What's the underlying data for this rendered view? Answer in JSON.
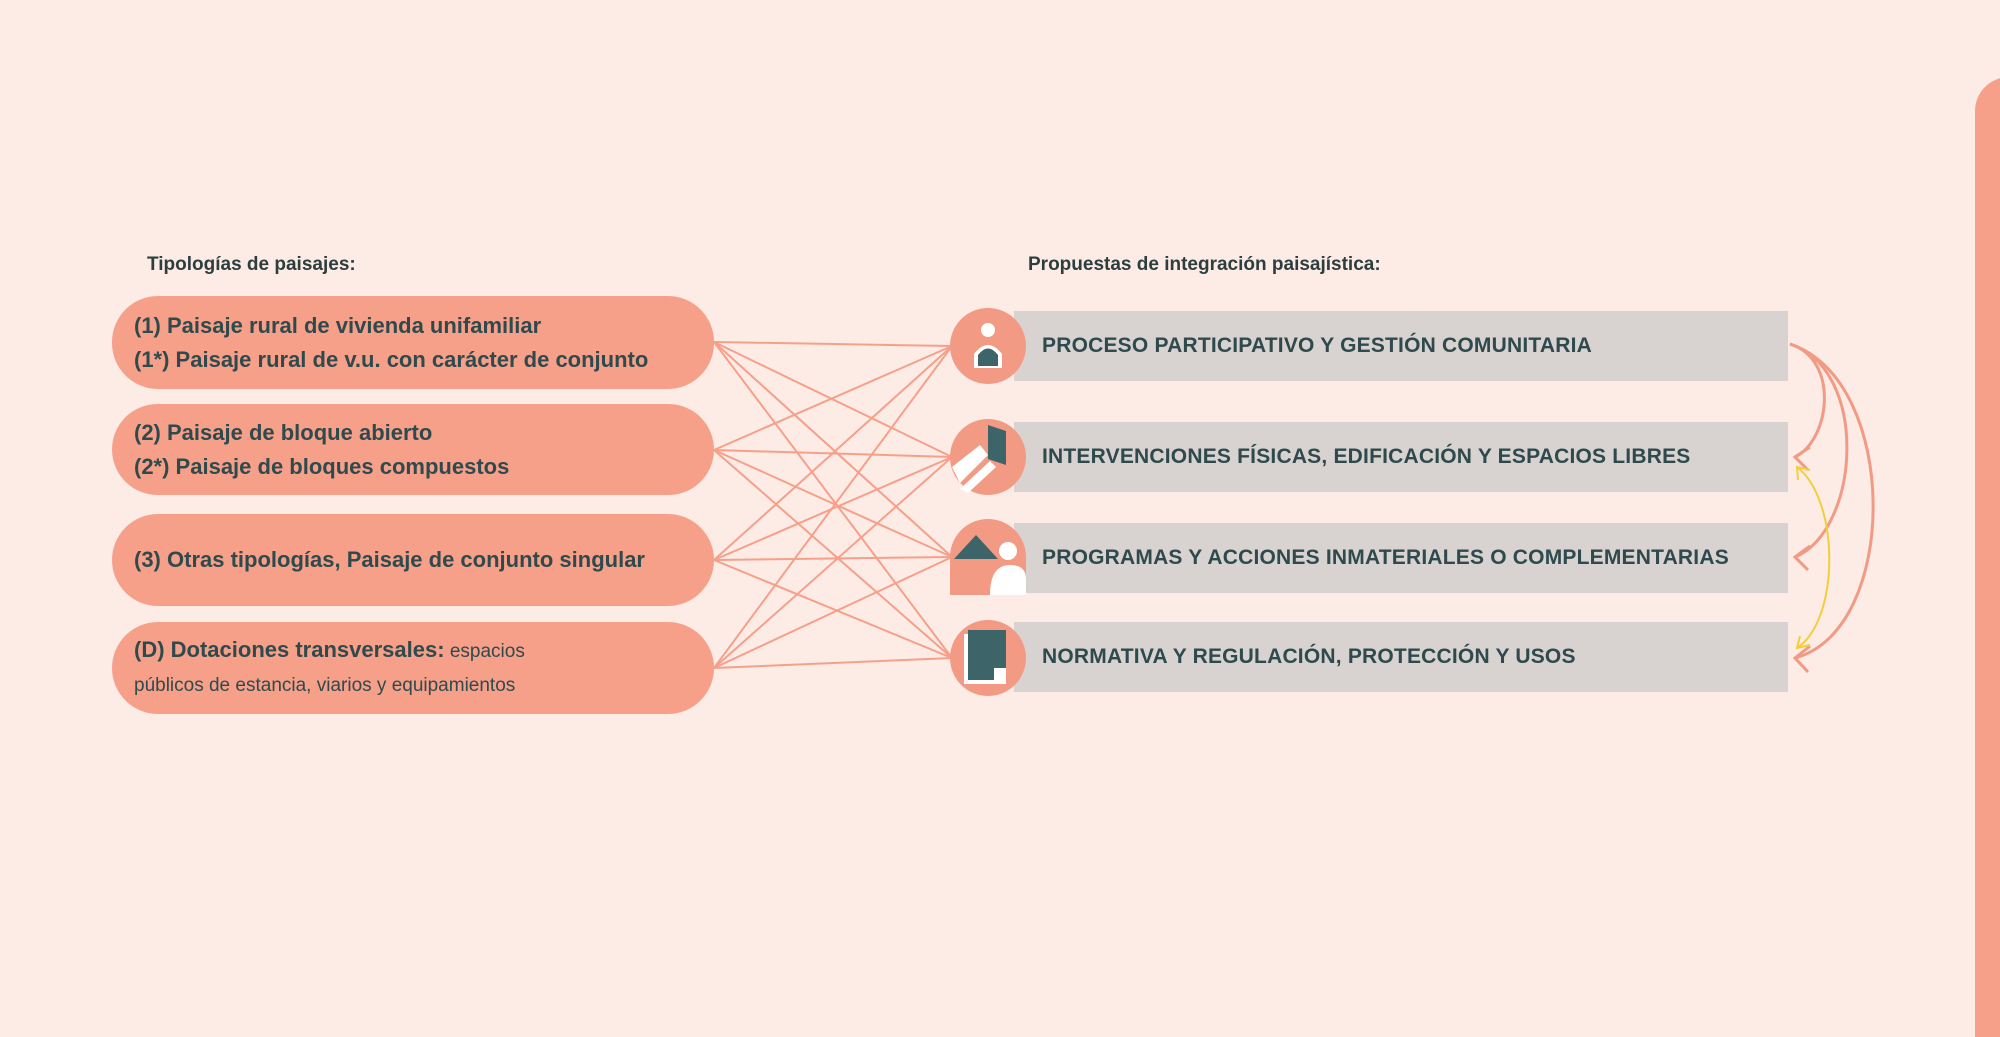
{
  "left_heading": "Tipologías de paisajes:",
  "right_heading": "Propuestas de integración paisajística:",
  "typologies": [
    {
      "line1": "(1) Paisaje rural de vivienda unifamiliar",
      "line2": "(1*) Paisaje rural de v.u. con carácter de conjunto"
    },
    {
      "line1": "(2)  Paisaje de bloque abierto",
      "line2": "(2*) Paisaje de bloques compuestos"
    },
    {
      "line1": "(3) Otras tipologías, Paisaje de conjunto singular"
    },
    {
      "line1": "(D) Dotaciones transversales:",
      "line1b": " espacios",
      "line2": "públicos de estancia, viarios y equipamientos"
    }
  ],
  "proposals": [
    {
      "label": "PROCESO PARTICIPATIVO Y GESTIÓN COMUNITARIA",
      "icon": "person-icon"
    },
    {
      "label": "INTERVENCIONES FÍSICAS, EDIFICACIÓN Y ESPACIOS LIBRES",
      "icon": "building-icon"
    },
    {
      "label": "PROGRAMAS Y ACCIONES INMATERIALES O COMPLEMENTARIAS",
      "icon": "house-person-icon"
    },
    {
      "label": "NORMATIVA Y REGULACIÓN, PROTECCIÓN Y USOS",
      "icon": "document-icon"
    }
  ],
  "colors": {
    "accent": "#f6a08a",
    "bar": "#d8d3d1",
    "text": "#2f4a4c",
    "yellow": "#f2cf3a",
    "background": "#fdebe6"
  }
}
